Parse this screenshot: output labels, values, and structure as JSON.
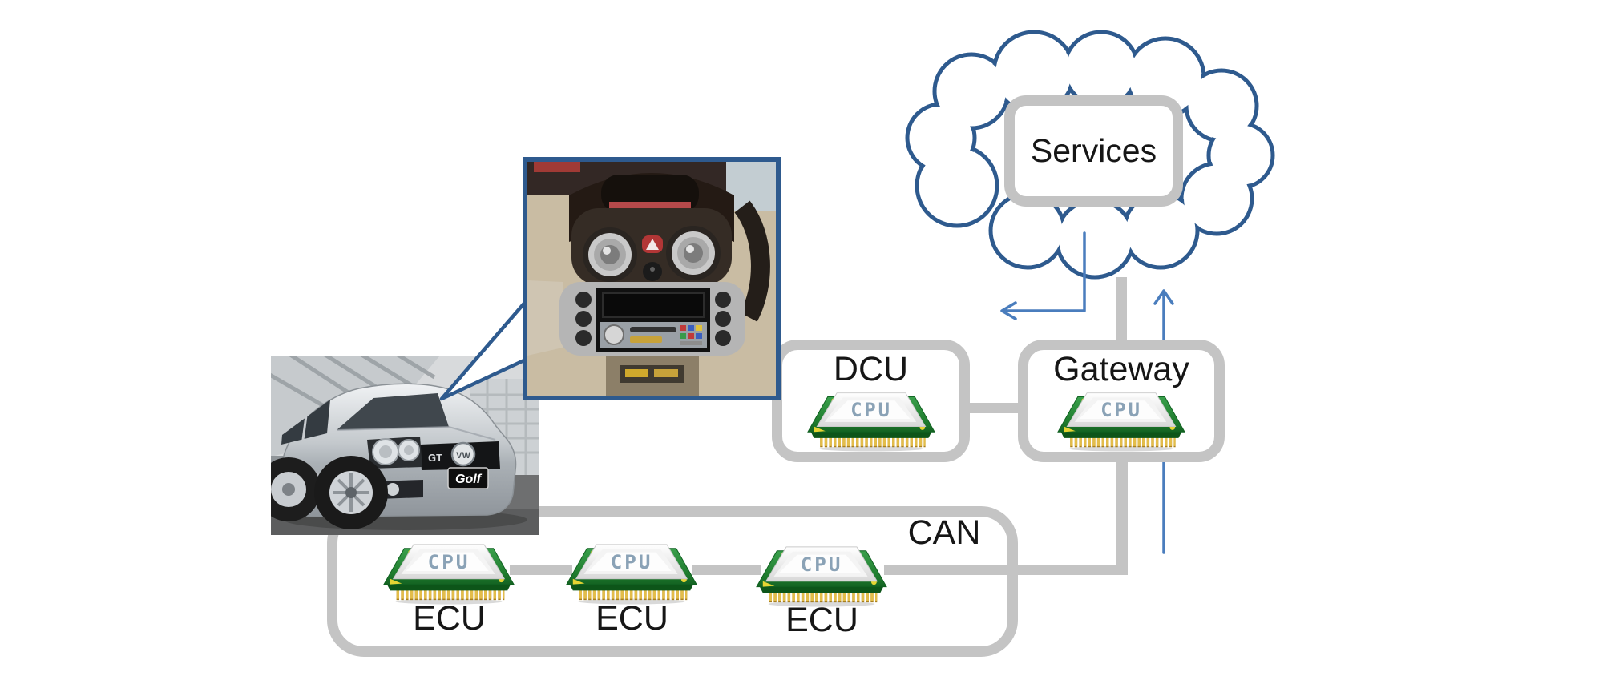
{
  "cloud": {
    "services_label": "Services"
  },
  "dcu": {
    "label": "DCU",
    "chip_text": "CPU"
  },
  "gateway": {
    "label": "Gateway",
    "chip_text": "CPU"
  },
  "can_bus": {
    "label": "CAN",
    "ecus": [
      {
        "label": "ECU",
        "chip_text": "CPU"
      },
      {
        "label": "ECU",
        "chip_text": "CPU"
      },
      {
        "label": "ECU",
        "chip_text": "CPU"
      }
    ]
  },
  "car": {
    "badge": "Golf",
    "trim_badge": "GT",
    "logo_text": "VW"
  },
  "colors": {
    "outline_blue": "#2e5a8e",
    "arrow_blue": "#4a7dbd",
    "connector_gray": "#c4c4c4",
    "box_border_gray": "#c3c3c3",
    "chip_board_green": "#2e8b3a",
    "chip_pin_gold": "#d9b13c",
    "chip_text_blue_gray": "#8aa2b6",
    "text_black": "#161616"
  }
}
